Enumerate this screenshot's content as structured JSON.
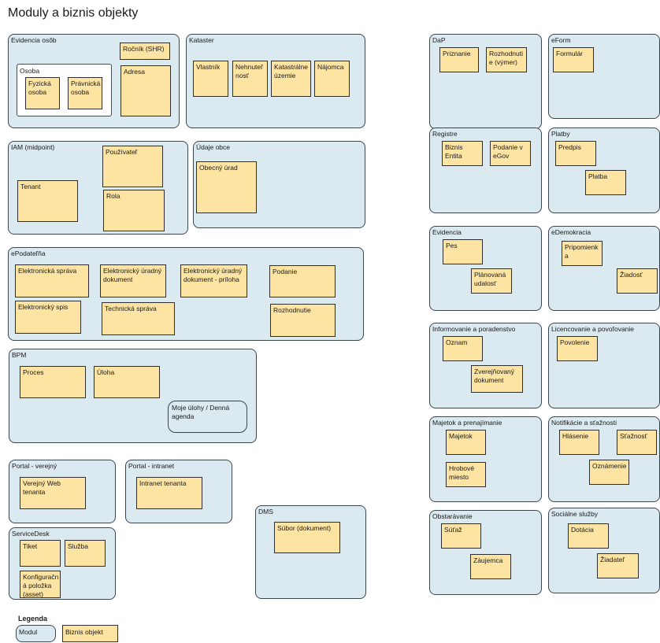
{
  "title": "Moduly a biznis objekty",
  "modules": {
    "evidencia_osob": {
      "label": "Evidencia osôb",
      "rocnik": "Ročník (SHR)",
      "adresa": "Adresa",
      "osoba": "Osoba",
      "fyzicka": "Fyzická osoba",
      "pravnicka": "Právnická osoba"
    },
    "kataster": {
      "label": "Kataster",
      "vlastnik": "Vlastník",
      "nehnutelnost": "Nehnuteľ nosť",
      "katastralne": "Katastrálne územie",
      "najomca": "Nájomca"
    },
    "iam": {
      "label": "IAM (midpoint)",
      "tenant": "Tenant",
      "pouzivatel": "Používateľ",
      "rola": "Rola"
    },
    "udaje_obce": {
      "label": "Údaje obce",
      "obecny_urad": "Obecný úrad"
    },
    "epodatelna": {
      "label": "ePodateľňa",
      "el_sprava": "Elektronická správa",
      "el_urad_dok": "Elektronický úradný dokument",
      "el_urad_dok_priloha": "Elektronický úradný dokument - príloha",
      "podanie": "Podanie",
      "el_spis": "Elektronický spis",
      "tech_sprava": "Technická správa",
      "rozhodnutie": "Rozhodnutie"
    },
    "bpm": {
      "label": "BPM",
      "proces": "Proces",
      "uloha": "Úloha",
      "moje_ulohy": "Moje úlohy / Denná agenda"
    },
    "portal_verejny": {
      "label": "Portal - verejný",
      "web": "Verejný Web tenanta"
    },
    "portal_intranet": {
      "label": "Portal - intranet",
      "intranet": "Intranet tenanta"
    },
    "servicedesk": {
      "label": "ServiceDesk",
      "tiket": "Tiket",
      "sluzba": "Služba",
      "konfig": "Konfiguračn á položka (asset)"
    },
    "dms": {
      "label": "DMS",
      "subor": "Súbor (dokument)"
    },
    "dap": {
      "label": "DaP",
      "priznanie": "Priznanie",
      "rozhodnutie": "Rozhodnuti e (výmer)"
    },
    "eform": {
      "label": "eForm",
      "formular": "Formulár"
    },
    "registre": {
      "label": "Registre",
      "biznis": "Biznis Entita",
      "podanie_egov": "Podanie v eGov"
    },
    "platby": {
      "label": "Platby",
      "predpis": "Predpis",
      "platba": "Platba"
    },
    "evidencia": {
      "label": "Evidencia",
      "pes": "Pes",
      "planovana": "Plánovaná udalosť"
    },
    "edemokracia": {
      "label": "eDemokracia",
      "pripomienka": "Pripomienk a",
      "ziadost": "Žiadosť"
    },
    "informovanie": {
      "label": "Informovanie a poradenstvo",
      "oznam": "Oznam",
      "zverejneny": "Zverejňovaný dokument"
    },
    "licencovanie": {
      "label": "Licencovanie a povoľovanie",
      "povolenie": "Povolenie"
    },
    "majetok": {
      "label": "Majetok a prenajímanie",
      "majetok": "Majetok",
      "hrobove": "Hrobové miesto"
    },
    "notifikacie": {
      "label": "Notifikácie a sťažnosti",
      "hlasenie": "Hlásenie",
      "staznost": "Sťažnosť",
      "oznamenie": "Oznámenie"
    },
    "obstaravanie": {
      "label": "Obstarávanie",
      "sutaz": "Súťaž",
      "zaujemca": "Záujemca"
    },
    "socialne": {
      "label": "Sociálne služby",
      "dotacia": "Dotácia",
      "ziadatel": "Žiadateľ"
    }
  },
  "legend": {
    "title": "Legenda",
    "module": "Modul",
    "object": "Biznis objekt"
  },
  "colors": {
    "module_fill": "#dbe9f0",
    "object_fill": "#fde4a3",
    "border": "#3a4650"
  }
}
